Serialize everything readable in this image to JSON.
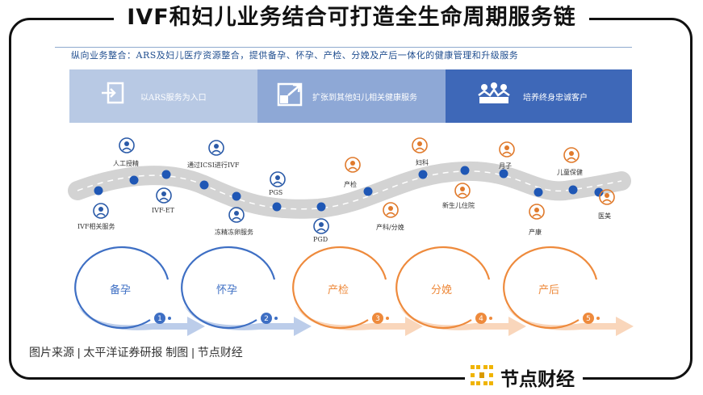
{
  "title": "IVF和妇儿业务结合可打造全生命周期服务链",
  "subtitle": "纵向业务整合：ARS及妇儿医疗资源整合，提供备孕、怀孕、产检、分娩及产后一体化的健康管理和升级服务",
  "bands": [
    {
      "label": "以ARS服务为入口",
      "icon": "enter-icon",
      "color": "#b8c9e4"
    },
    {
      "label": "扩张到其他妇儿相关健康服务",
      "icon": "expand-icon",
      "color": "#8ea8d6"
    },
    {
      "label": "培养终身忠诚客户",
      "icon": "family-icon",
      "color": "#3e68b8"
    }
  ],
  "nodes": [
    {
      "label": "IVF相关服务",
      "icon": "mortar-icon"
    },
    {
      "label": "人工授精",
      "icon": "uterus-icon"
    },
    {
      "label": "IVF-ET",
      "icon": "embryo-icon"
    },
    {
      "label": "通过ICSI进行IVF",
      "icon": "microscope-icon"
    },
    {
      "label": "冻精冻卵服务",
      "icon": "freezer-icon"
    },
    {
      "label": "PGS",
      "icon": "dna-icon"
    },
    {
      "label": "PGD",
      "icon": "cell-icon"
    },
    {
      "label": "产检",
      "icon": "monitor-icon"
    },
    {
      "label": "产科/分娩",
      "icon": "pregnant-icon"
    },
    {
      "label": "妇科",
      "icon": "bed-icon"
    },
    {
      "label": "新生儿住院",
      "icon": "newborn-icon"
    },
    {
      "label": "月子",
      "icon": "mother-icon"
    },
    {
      "label": "产康",
      "icon": "heart-hands-icon"
    },
    {
      "label": "儿童保健",
      "icon": "children-icon"
    },
    {
      "label": "医美",
      "icon": "flower-icon"
    }
  ],
  "stages": [
    {
      "label": "备孕",
      "number": "1",
      "color": "#3e6fc4"
    },
    {
      "label": "怀孕",
      "number": "2",
      "color": "#3e6fc4"
    },
    {
      "label": "产检",
      "number": "3",
      "color": "#ee8a3c"
    },
    {
      "label": "分娩",
      "number": "4",
      "color": "#ee8a3c"
    },
    {
      "label": "产后",
      "number": "5",
      "color": "#ee8a3c"
    }
  ],
  "source": "图片来源 | 太平洋证券研报  制图 | 节点财经",
  "brand": {
    "name": "节点财经",
    "logo": "brand-logo-icon",
    "color": "#f0b400"
  }
}
